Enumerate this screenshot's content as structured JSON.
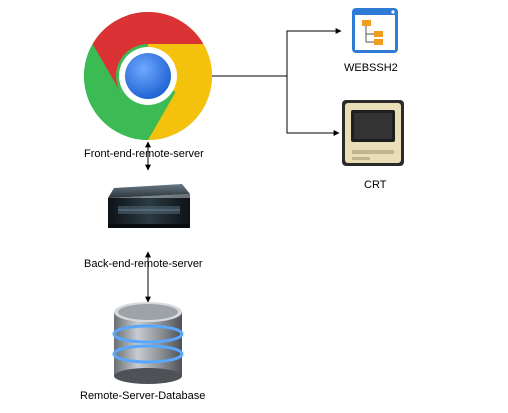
{
  "diagram": {
    "nodes": {
      "frontend": {
        "label": "Front-end-remote-server",
        "icon": "chrome-browser-icon"
      },
      "backend": {
        "label": "Back-end-remote-server",
        "icon": "server-rack-icon"
      },
      "database": {
        "label": "Remote-Server-Database",
        "icon": "database-icon"
      },
      "webssh": {
        "label": "WEBSSH2",
        "icon": "window-sitemap-icon"
      },
      "crt": {
        "label": "CRT",
        "icon": "crt-monitor-icon"
      }
    },
    "edges": [
      {
        "from": "frontend",
        "to": "backend",
        "direction": "both"
      },
      {
        "from": "backend",
        "to": "database",
        "direction": "both"
      },
      {
        "from": "frontend",
        "to": "webssh",
        "direction": "forward"
      },
      {
        "from": "frontend",
        "to": "crt",
        "direction": "forward"
      }
    ],
    "colors": {
      "chrome_red": "#db3236",
      "chrome_green": "#3cba54",
      "chrome_yellow": "#f4c20d",
      "chrome_blue": "#4285f4",
      "window_blue": "#2e7bd6",
      "sitemap_orange": "#f29c1f",
      "crt_beige": "#e8dfb8",
      "db_blue": "#5aa7ff"
    }
  }
}
